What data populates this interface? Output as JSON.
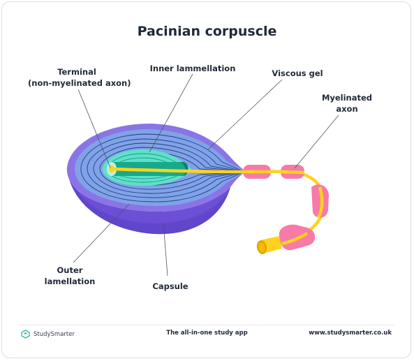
{
  "title": "Pacinian corpuscle",
  "labels": {
    "terminal_line1": "Terminal",
    "terminal_line2": "(non-myelinated axon)",
    "inner_lammellation": "Inner lammellation",
    "viscous_gel": "Viscous gel",
    "myelinated_line1": "Myelinated",
    "myelinated_line2": "axon",
    "outer_line1": "Outer",
    "outer_line2": "lamellation",
    "capsule": "Capsule"
  },
  "footer": {
    "brand": "StudySmarter",
    "tagline": "The all-in-one study app",
    "website": "www.studysmarter.co.uk"
  },
  "colors": {
    "capsule_side": "#6d4fd6",
    "outer_lamellae": "#7fa3e6",
    "inner_lamellae": "#5fe0c8",
    "terminal": "#18a98a",
    "axon": "#ffd21f",
    "myelin": "#f77aa8"
  }
}
